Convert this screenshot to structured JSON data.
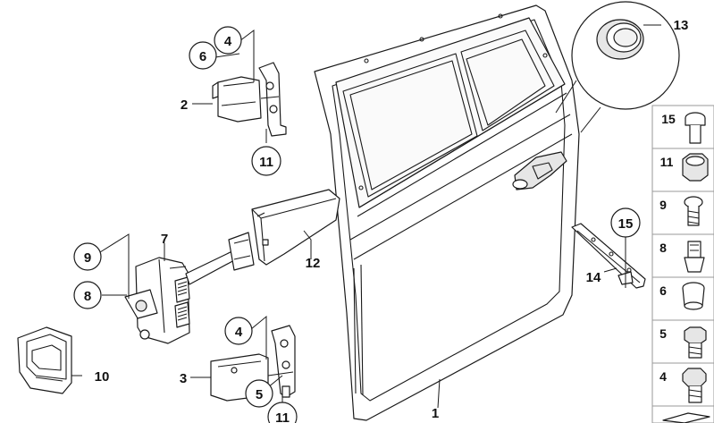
{
  "callouts": [
    {
      "id": "c1",
      "label": "1"
    },
    {
      "id": "c2",
      "label": "2"
    },
    {
      "id": "c3",
      "label": "3"
    },
    {
      "id": "c4a",
      "label": "4"
    },
    {
      "id": "c4b",
      "label": "4"
    },
    {
      "id": "c5",
      "label": "5"
    },
    {
      "id": "c6",
      "label": "6"
    },
    {
      "id": "c7",
      "label": "7"
    },
    {
      "id": "c8",
      "label": "8"
    },
    {
      "id": "c9",
      "label": "9"
    },
    {
      "id": "c10",
      "label": "10"
    },
    {
      "id": "c11a",
      "label": "11"
    },
    {
      "id": "c11b",
      "label": "11"
    },
    {
      "id": "c12",
      "label": "12"
    },
    {
      "id": "c13",
      "label": "13"
    },
    {
      "id": "c14",
      "label": "14"
    },
    {
      "id": "c15",
      "label": "15"
    }
  ],
  "side_column": [
    "15",
    "11",
    "9",
    "8",
    "6",
    "5",
    "4"
  ]
}
